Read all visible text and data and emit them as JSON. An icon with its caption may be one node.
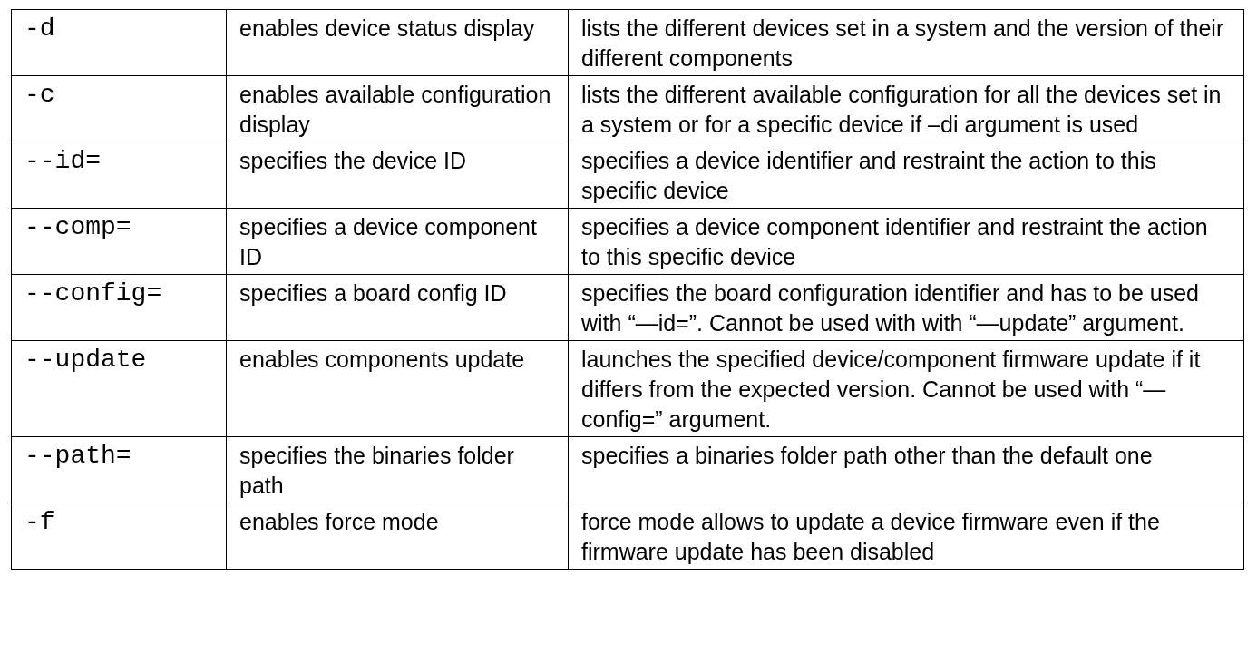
{
  "diagram": {
    "labels": [
      "-d",
      "enables device status display",
      "lists the different devices set in a system and the version of their different components",
      "-c",
      "enables available configuration display",
      "lists the different available configuration for all the devices set in a system or for a specific device if –di argument is used",
      "--id=",
      "specifies the device ID",
      "specifies a device identifier and restraint the action to this specific device",
      "--comp=",
      "specifies a device component ID",
      "specifies a device component identifier and restraint the action to this specific device",
      "--config=",
      "specifies a board config ID",
      "specifies the board configuration identifier and has to be used with “—id=”. Cannot be used with with “—update” argument.",
      "--update",
      "enables components update",
      "launches the specified device/component firmware update if it differs from the expected version. Cannot be used with “—config=” argument.",
      "--path=",
      "specifies the binaries folder path",
      "specifies a binaries folder path other than the default one",
      "-f",
      "enables force mode",
      "force mode allows to update a device firmware even if the firmware update has been disabled"
    ]
  }
}
